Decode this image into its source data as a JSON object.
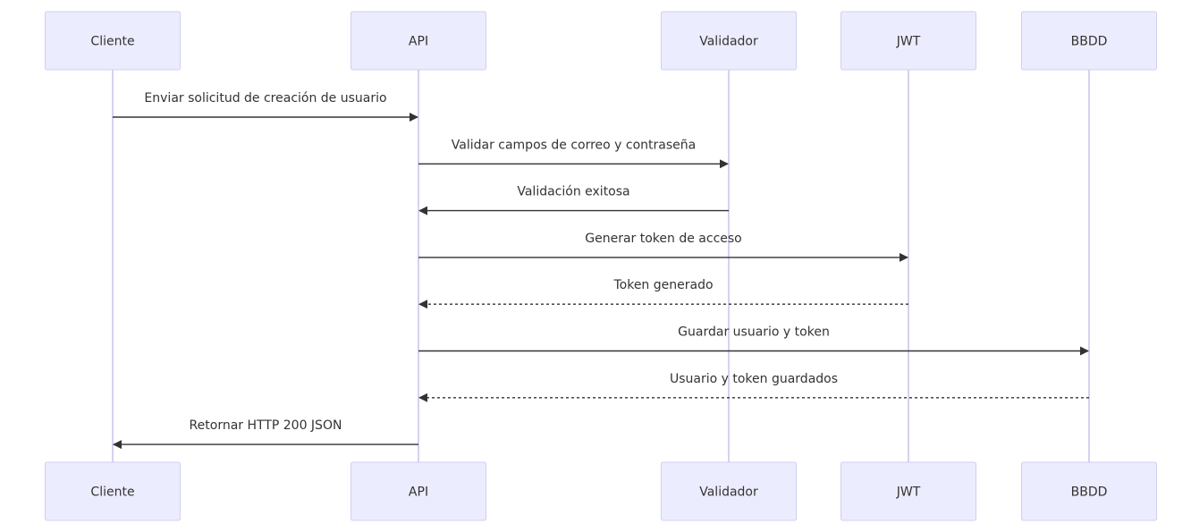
{
  "participants": [
    {
      "id": "cliente",
      "label": "Cliente"
    },
    {
      "id": "api",
      "label": "API"
    },
    {
      "id": "validador",
      "label": "Validador"
    },
    {
      "id": "jwt",
      "label": "JWT"
    },
    {
      "id": "bbdd",
      "label": "BBDD"
    }
  ],
  "messages": [
    {
      "from": "cliente",
      "to": "api",
      "text": "Enviar solicitud de creación de usuario",
      "style": "solid"
    },
    {
      "from": "api",
      "to": "validador",
      "text": "Validar campos de correo y contraseña",
      "style": "solid"
    },
    {
      "from": "validador",
      "to": "api",
      "text": "Validación exitosa",
      "style": "solid"
    },
    {
      "from": "api",
      "to": "jwt",
      "text": "Generar token de acceso",
      "style": "solid"
    },
    {
      "from": "jwt",
      "to": "api",
      "text": "Token generado",
      "style": "dashed"
    },
    {
      "from": "api",
      "to": "bbdd",
      "text": "Guardar usuario y token",
      "style": "solid"
    },
    {
      "from": "bbdd",
      "to": "api",
      "text": "Usuario y token guardados",
      "style": "dashed"
    },
    {
      "from": "api",
      "to": "cliente",
      "text": "Retornar HTTP 200 JSON",
      "style": "solid"
    }
  ],
  "colors": {
    "actor_fill": "#ececff",
    "actor_stroke": "#cfcff0",
    "lifeline": "#d6d2ef",
    "line": "#333333",
    "text": "#333333"
  }
}
